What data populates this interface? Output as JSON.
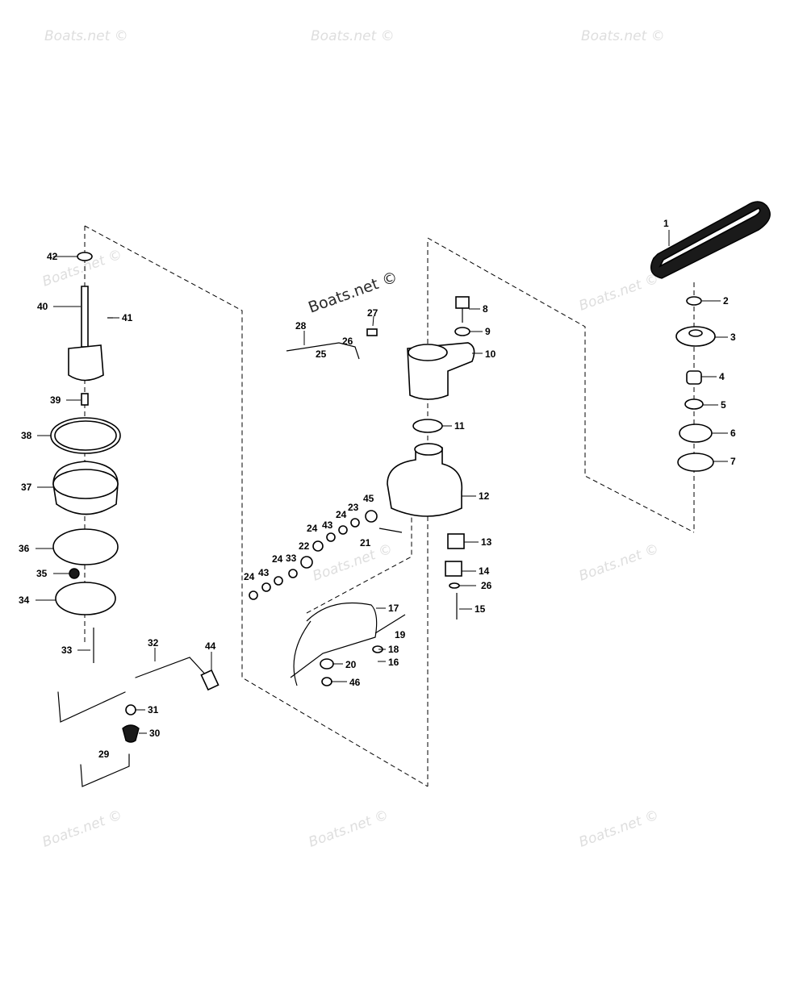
{
  "watermark": "Boats.net ©",
  "watermark_bold": "Boats.net ©",
  "callouts": [
    "1",
    "2",
    "3",
    "4",
    "5",
    "6",
    "7",
    "8",
    "9",
    "10",
    "11",
    "12",
    "13",
    "14",
    "15",
    "16",
    "17",
    "18",
    "19",
    "20",
    "21",
    "22",
    "23",
    "24",
    "24",
    "24",
    "24",
    "25",
    "26",
    "26",
    "27",
    "28",
    "29",
    "30",
    "31",
    "32",
    "33",
    "33",
    "34",
    "35",
    "36",
    "37",
    "38",
    "39",
    "40",
    "41",
    "42",
    "43",
    "43",
    "44",
    "45",
    "46"
  ]
}
